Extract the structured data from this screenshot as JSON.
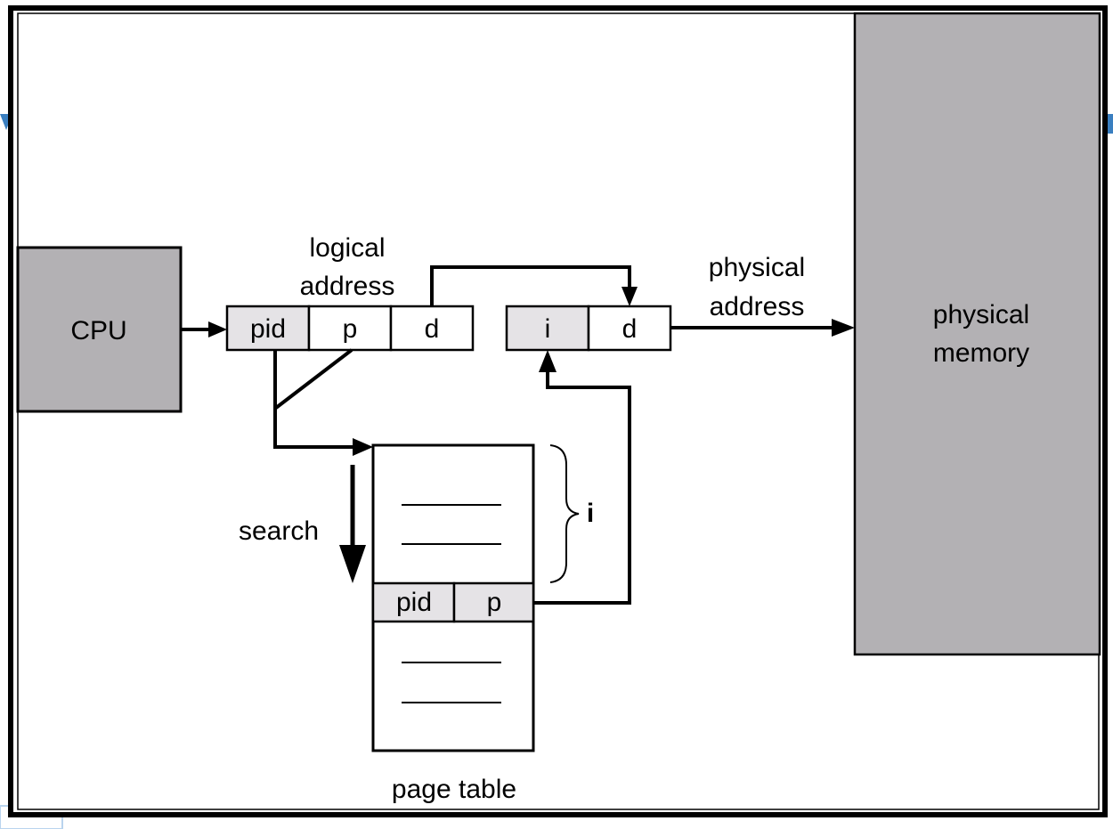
{
  "cpu": {
    "label": "CPU"
  },
  "logical_address": {
    "label_line1": "logical",
    "label_line2": "address",
    "fields": [
      "pid",
      "p",
      "d"
    ]
  },
  "physical_address": {
    "label_line1": "physical",
    "label_line2": "address",
    "fields": [
      "i",
      "d"
    ]
  },
  "physical_memory": {
    "label_line1": "physical",
    "label_line2": "memory"
  },
  "page_table": {
    "label": "page table",
    "entry_fields": [
      "pid",
      "p"
    ],
    "index_label": "i"
  },
  "search": {
    "label": "search"
  },
  "colors": {
    "block_fill": "#b3b1b4",
    "field_fill": "#e5e3e6",
    "stroke": "#000000"
  }
}
